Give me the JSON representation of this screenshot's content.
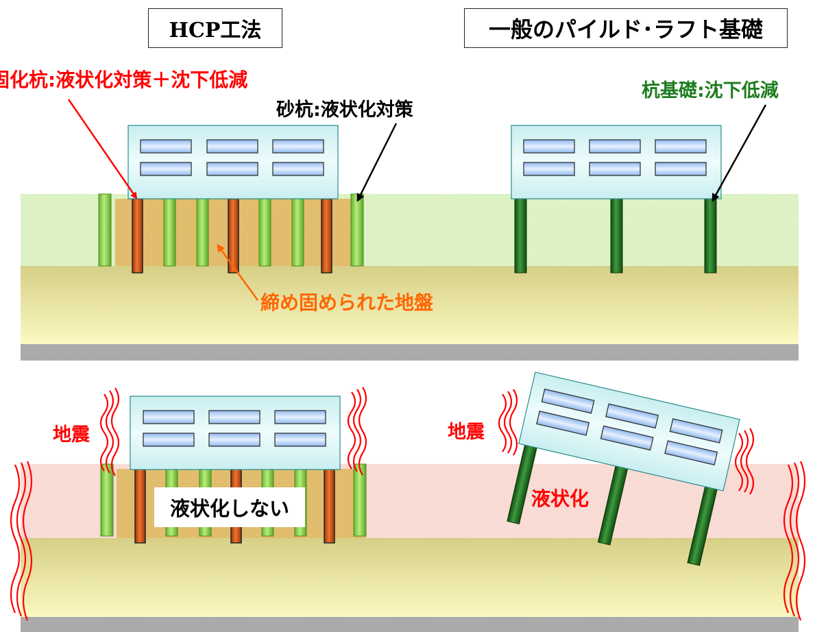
{
  "titles": {
    "hcp": "HCP工法",
    "raft": "一般のパイルド･ラフト基礎"
  },
  "labels": {
    "solidified_pile": "固化杭:液状化対策＋沈下低減",
    "sand_pile": "砂杭:液状化対策",
    "pile_foundation": "杭基礎:沈下低減",
    "compacted_ground": "締め固められた地盤",
    "earthquake_left": "地震",
    "earthquake_right": "地震",
    "no_liquefaction": "液状化しない",
    "liquefaction": "液状化"
  },
  "colors": {
    "upper_layer_top": "#dff3c6",
    "liquefied_layer": "#f9dcd5",
    "lower_layer": "#f7f3b0",
    "bedrock": "#a9a9a9",
    "compacted_zone": "#e4bf6c",
    "sand_pile": "#8fd44a",
    "solid_pile": "#d2531a",
    "steel_pile": "#1f6f1f",
    "building": "#dcf6f7",
    "window": "#a9ccf3",
    "accent_red": "#ff0000",
    "accent_orange": "#ff6600",
    "accent_green": "#1e7d1e"
  }
}
